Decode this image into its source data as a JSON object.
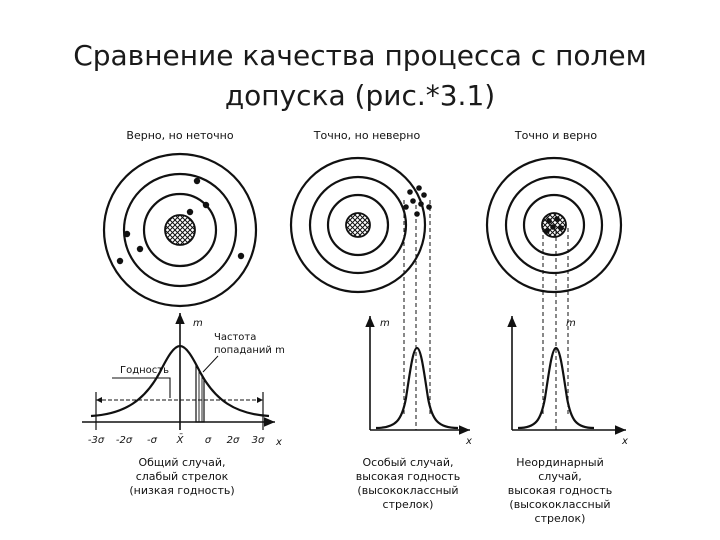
{
  "slide": {
    "title_line1": "Сравнение качества процесса с полем",
    "title_line2": "допуска (рис.*3.1)"
  },
  "figure": {
    "panels": [
      {
        "target_label": "Верно, но неточно",
        "caption": [
          "Общий случай,",
          "слабый стрелок",
          "(низкая годность)"
        ]
      },
      {
        "target_label": "Точно, но неверно",
        "caption": [
          "Особый случай,",
          "высокая годность",
          "(высококлассный",
          "стрелок)"
        ]
      },
      {
        "target_label": "Точно и верно",
        "caption": [
          "Неординарный",
          "случай,",
          "высокая годность",
          "(высококлассный",
          "стрелок)"
        ]
      }
    ],
    "y_axis_label": "m",
    "x_axis_label": "x",
    "frequency_label_line1": "Частота",
    "frequency_label_line2": "попаданий m",
    "fitness_label": "Годность",
    "ticks": [
      "-3σ",
      "-2σ",
      "-σ",
      "X̄",
      "σ",
      "2σ",
      "3σ"
    ]
  }
}
